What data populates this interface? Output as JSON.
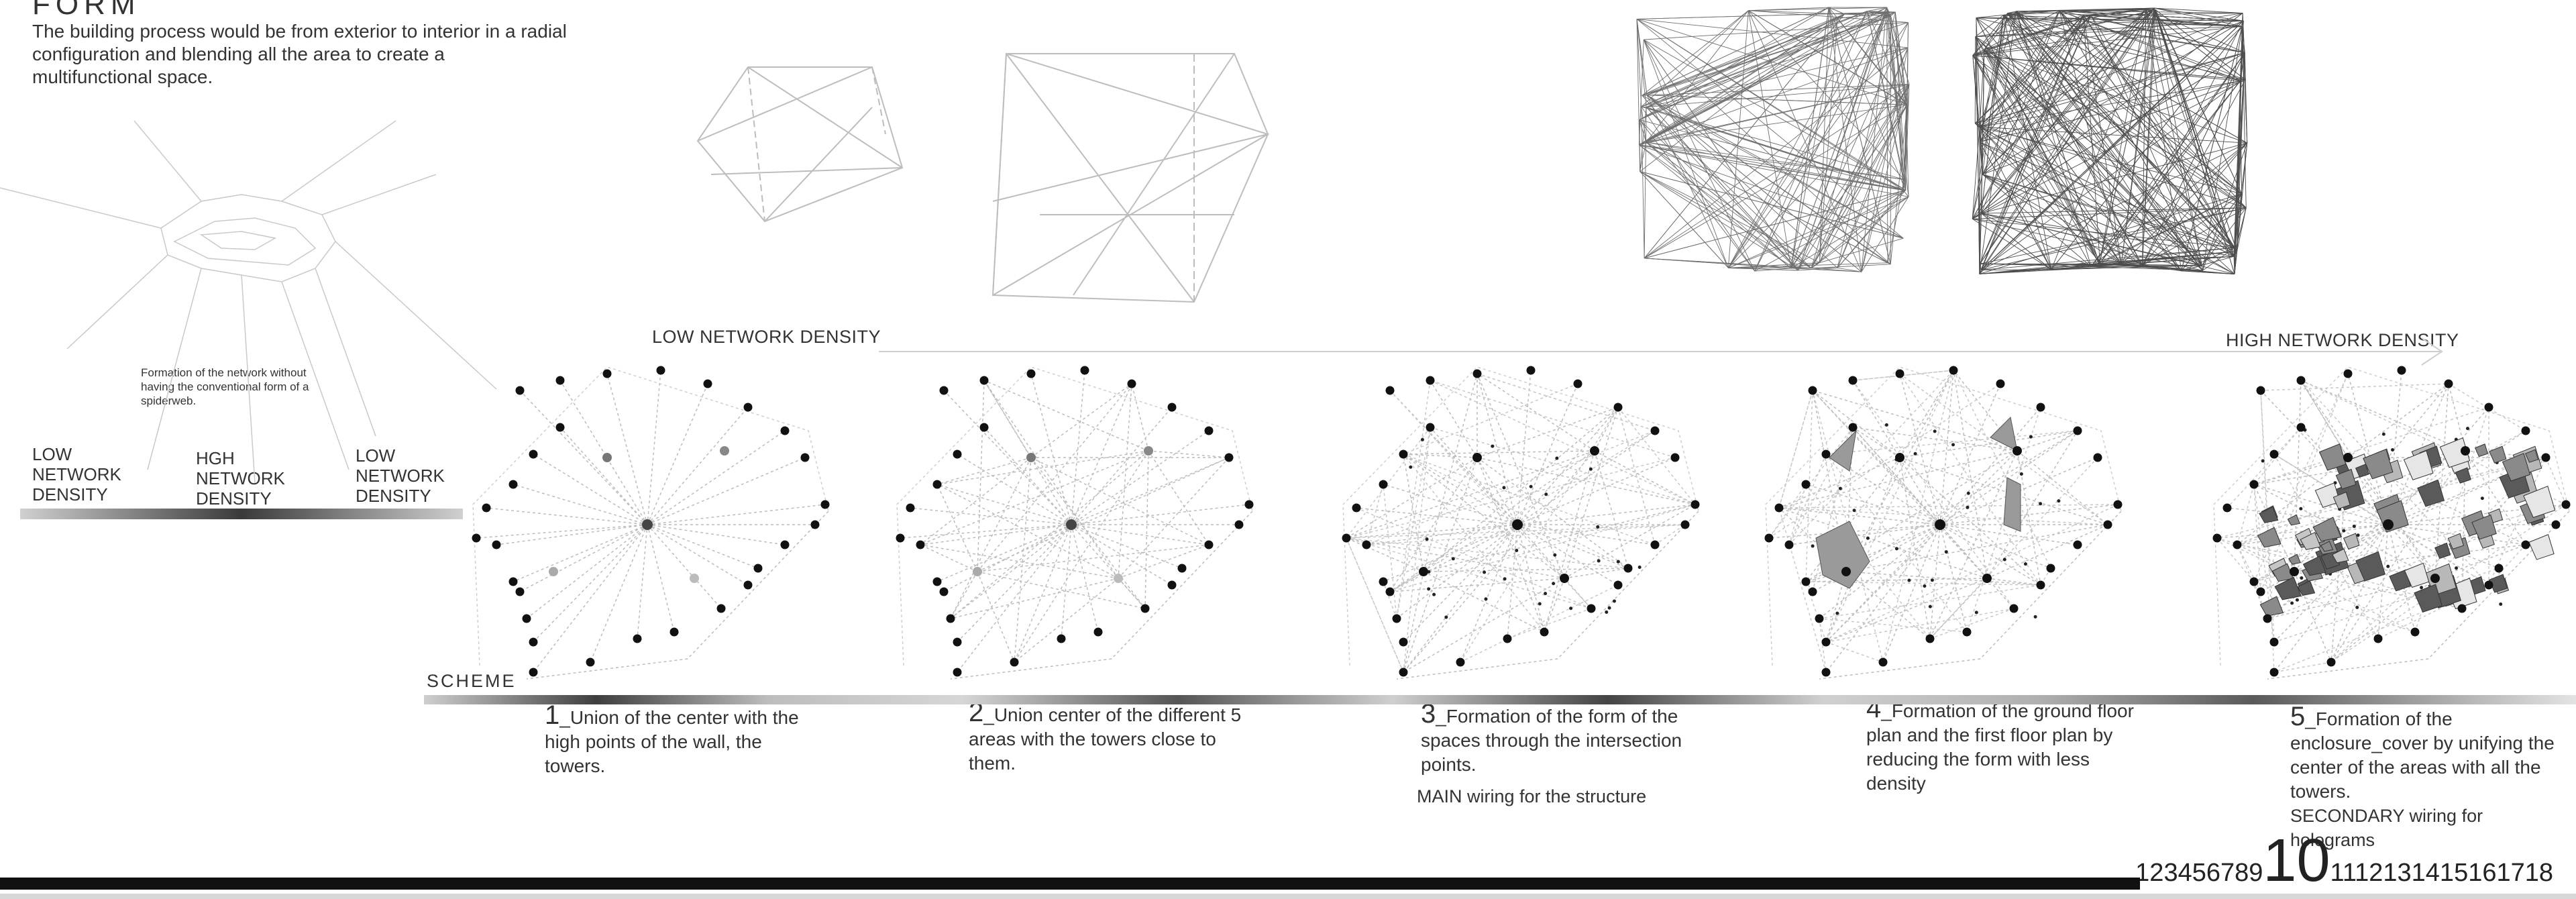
{
  "title": "FORM",
  "intro": "The building process would be from exterior to interior in a radial configuration and blending all the area to create a multifunctional space.",
  "spider_note": "Formation of the network without having the conventional form of a spiderweb.",
  "density_labels": [
    "LOW NETWORK DENSITY",
    "HGH NETWORK DENSITY",
    "LOW NETWORK DENSITY"
  ],
  "axis": {
    "low": "LOW NETWORK DENSITY",
    "high": "HIGH NETWORK DENSITY"
  },
  "scheme_label": "SCHEME",
  "steps": [
    {
      "num": "1",
      "text": "_Union of the center with the high points of the wall, the towers."
    },
    {
      "num": "2",
      "text": "_Union center of the different 5 areas with the towers close to them."
    },
    {
      "num": "3",
      "text": "_Formation of the form of the spaces through the intersection points."
    },
    {
      "num": "4",
      "text": "_Formation of the  ground floor plan and the first floor plan by reducing the form with less density"
    },
    {
      "num": "5",
      "text": "_Formation of the enclosure_cover by unifying the center of the areas with all the towers."
    }
  ],
  "main_wiring": "MAIN wiring for the structure",
  "secondary_wiring": "SECONDARY wiring for holograms",
  "page_numbers": {
    "before": "123456789",
    "current": "10",
    "after": "1112131415161718"
  }
}
